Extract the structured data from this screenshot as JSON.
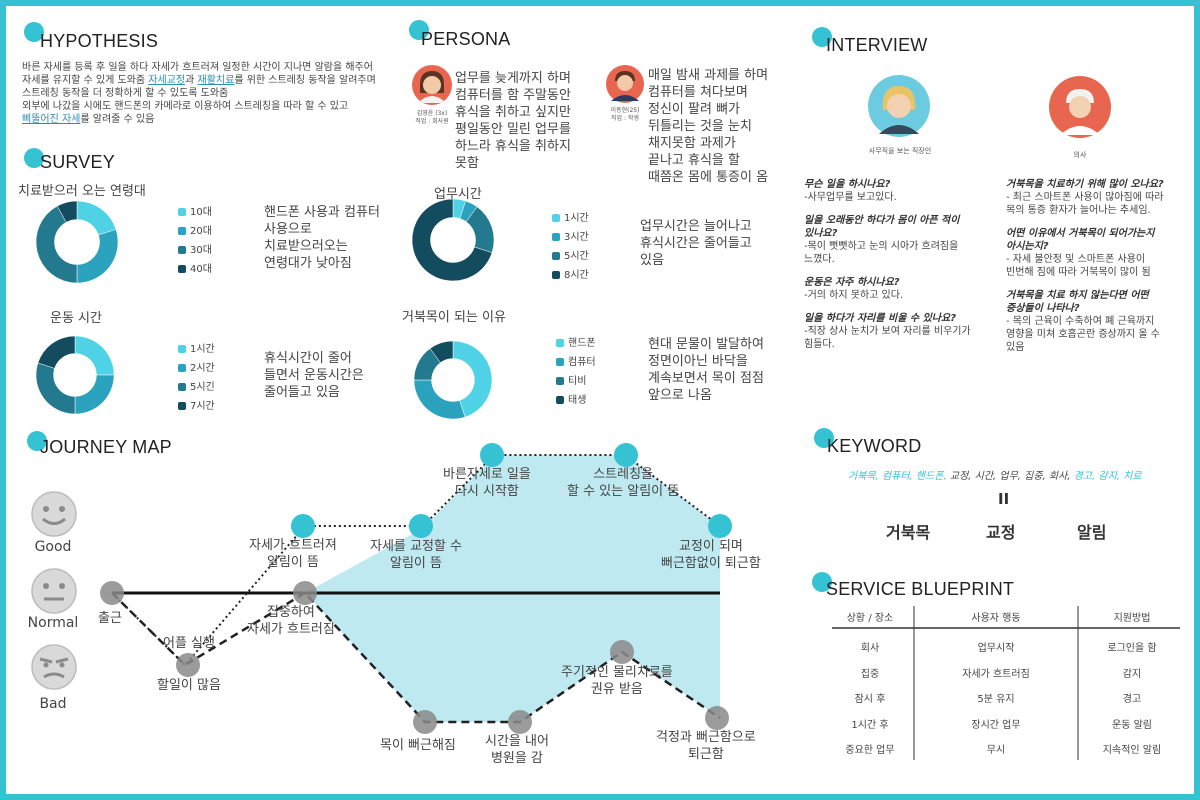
{
  "hypothesis": {
    "title": "HYPOTHESIS",
    "lines": [
      [
        "바른 자세를 등록 후 일을 하다 자세가 흐트러져 일정한 시간이 지나면 알람을 해주어",
        ""
      ],
      [
        "자세를 유지할 수 있게 도와줌 ",
        "자세교정",
        "과 ",
        "재활치료",
        "를 위한 스트레칭 동작을 알려주며"
      ],
      [
        "스트레칭 동작을 더 정확하게 할 수 있도록 도와줌"
      ],
      [
        "외부에 나갔을 시에도 핸드폰의 카메라로 이용하여 스트레칭을 따라 할 수 있고"
      ],
      [
        "",
        "삐뚤어진 자세",
        "를 알려줄 수 있음"
      ]
    ]
  },
  "persona": {
    "title": "PERSONA",
    "p1": {
      "caption1": "김영윤 (3x)",
      "caption2": "직업 : 회사원",
      "text": "업무를 늦게까지 하며\n컴퓨터를 함 주말동안\n휴식을 취하고 싶지만\n평일동안 밀린 업무를\n하느라 휴식을 취하지\n못함"
    },
    "p2": {
      "caption1": "이동현(25)",
      "caption2": "직업 : 학생",
      "text": "매일 밤새 과제를 하며\n컴퓨터를 쳐다보며\n정신이 팔려 뼈가\n뒤틀리는 것을 눈치\n채지못함 과제가\n끝나고 휴식을 할\n때쯤온 몸에 통증이 옴"
    }
  },
  "survey": {
    "title": "SURVEY",
    "charts": [
      {
        "title": "치료받으러 오는 연령대",
        "legend": [
          "10대",
          "20대",
          "30대",
          "40대"
        ],
        "note": "핸드폰 사용과 컴퓨터\n사용으로\n치료받으러오는\n연령대가 낮아짐"
      },
      {
        "title": "업무시간",
        "legend": [
          "1시간",
          "3시간",
          "5시간",
          "8시간"
        ],
        "note": "업무시간은 늘어나고\n휴식시간은 줄어들고\n있음"
      },
      {
        "title": "운동 시간",
        "legend": [
          "1시간",
          "2시간",
          "5시긴",
          "7시간"
        ],
        "note": "휴식시간이 줄어\n들면서 운동시간은\n줄어들고 있음"
      },
      {
        "title": "거북목이 되는 이유",
        "legend": [
          "핸드폰",
          "컴퓨터",
          "티비",
          "태생"
        ],
        "note": "현대 문물이 발달하여\n정면이아닌 바닥을\n계속보면서 목이 점점\n앞으로 나옴"
      }
    ]
  },
  "chart_data": [
    {
      "type": "pie",
      "categories": [
        "10대",
        "20대",
        "30대",
        "40대"
      ],
      "values": [
        20,
        30,
        42,
        8
      ],
      "title": "치료받으러 오는 연령대"
    },
    {
      "type": "pie",
      "categories": [
        "1시간",
        "3시간",
        "5시간",
        "8시간"
      ],
      "values": [
        5,
        5,
        20,
        70
      ],
      "title": "업무시간"
    },
    {
      "type": "pie",
      "categories": [
        "1시간",
        "2시간",
        "5시긴",
        "7시간"
      ],
      "values": [
        25,
        25,
        30,
        20
      ],
      "title": "운동 시간"
    },
    {
      "type": "pie",
      "categories": [
        "핸드폰",
        "컴퓨터",
        "티비",
        "태생"
      ],
      "values": [
        45,
        30,
        15,
        10
      ],
      "title": "거북목이 되는 이유"
    }
  ],
  "interview": {
    "title": "INTERVIEW",
    "p1_caption": "사무직을 보는 직장인",
    "p2_caption": "의사",
    "left": [
      {
        "q": "무슨 일을 하시나요?",
        "a": "-사무업무를 보고있다."
      },
      {
        "q": "일을 오래동안 하다가 몸이 아픈 적이\n있나요?",
        "a": "-목이 뻣뻣하고 눈의 시아가 흐려짐을\n느꼈다."
      },
      {
        "q": "운동은 자주 하시나요?",
        "a": "-거의 하지 못하고 있다."
      },
      {
        "q": "일을 하다가 자리를 비울 수 있나요?",
        "a": "-직장 상사 눈치가 보여 자리를 비우기가\n힘들다."
      }
    ],
    "right": [
      {
        "q": "거북목을 치료하기 위해 많이 오나요?",
        "a": "- 최근 스마트폰 사용이 많아짐에 따라\n목의 통증 환자가 늘어나는 추세임."
      },
      {
        "q": "어떤 이유에서 거북목이 되어가는지\n아시는지?",
        "a": "- 자세 불안정 및 스마트폰 사용이\n빈번해 짐에 따라 거북목이 많이 됨"
      },
      {
        "q": "거북목을 치료 하지 않는다면 어떤\n증상들이 나타나?",
        "a": "- 목의 근육이 수축하여 폐 근육까지\n영향을 미쳐 호흡곤란 증상까지 올 수\n있음"
      }
    ]
  },
  "keyword": {
    "title": "KEYWORD",
    "words_colored1": "거북목, 컴퓨터, 핸드폰, ",
    "words_plain": "교정, 시간, 업무, 집중, 회사, ",
    "words_colored2": "경고, 감지, 치료",
    "equals": "II",
    "big": [
      "거북목",
      "교정",
      "알림"
    ]
  },
  "blueprint": {
    "title": "SERVICE BLUEPRINT",
    "headers": [
      "상황 / 장소",
      "사용자 행동",
      "지원방법"
    ],
    "rows": [
      [
        "회사",
        "업무시작",
        "로그인을 함"
      ],
      [
        "집중",
        "자세가 흐트러짐",
        "감지"
      ],
      [
        "잠시 후",
        "5분 유지",
        "경고"
      ],
      [
        "1시간 후",
        "장시간 업무",
        "운동 알림"
      ],
      [
        "중요한 업무",
        "무시",
        "지속적인 알림"
      ]
    ]
  },
  "journey": {
    "title": "JOURNEY MAP",
    "faces": [
      "Good",
      "Normal",
      "Bad"
    ],
    "labels": [
      "출근",
      "어플 실행",
      "할일이 많음",
      "집중하여\n자세가 흐트러짐",
      "자세가 흐트러져\n알림이 뜸",
      "자세를 교정할 수\n알림이 뜸",
      "바른자세로 일을\n다시 시작함",
      "스트레칭을\n할 수 있는 알림이 뜸",
      "교정이 되며\n뻐근함없이 퇴근함",
      "목이 뻐근해짐",
      "시간을 내어\n병원을 감",
      "주기적인 물리치료를\n권유 받음",
      "걱정과 뻐근함으로\n퇴근함"
    ]
  },
  "colors": {
    "accent": "#35c3d3",
    "c1": "#4fd2e6",
    "c2": "#2ba3bf",
    "c3": "#237a8f",
    "c4": "#134c5e",
    "area": "#bfe9f0"
  }
}
